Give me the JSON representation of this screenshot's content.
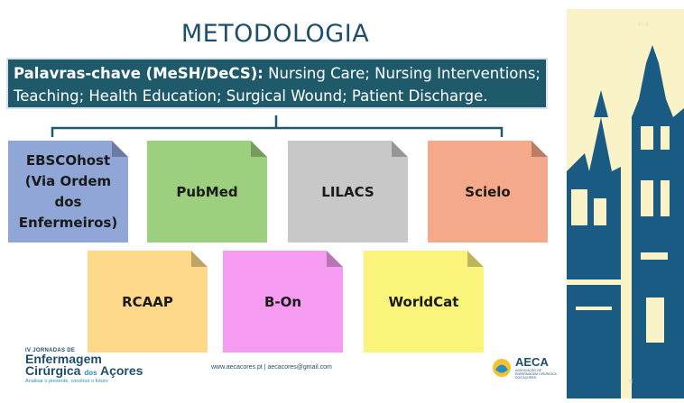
{
  "slide": {
    "title": "METODOLOGIA",
    "keywords": {
      "label": "Palavras-chave (MeSH/DeCS):",
      "terms": "Nursing Care; Nursing Interventions; Teaching; Health Education; Surgical Wound; Patient Discharge."
    },
    "databases_row1": [
      {
        "label": "EBSCOhost (Via Ordem dos Enfermeiros)",
        "color": "#8fa6d6"
      },
      {
        "label": "PubMed",
        "color": "#9ccf7e"
      },
      {
        "label": "LILACS",
        "color": "#c8c8c8"
      },
      {
        "label": "Scielo",
        "color": "#f4a98a"
      }
    ],
    "databases_row2": [
      {
        "label": "RCAAP",
        "color": "#ffd98a"
      },
      {
        "label": "B-On",
        "color": "#f59cf2"
      },
      {
        "label": "WorldCat",
        "color": "#fbf47a"
      }
    ]
  },
  "footer": {
    "event_small": "IV JORNADAS DE",
    "event_line1": "Enfermagem",
    "event_line2_main": "Cirúrgica",
    "event_line2_mid": "dos",
    "event_line2_end": "Açores",
    "event_tagline": "Analisar o presente, construir o futuro",
    "contact": "www.aecacores.pt | aecacores@gmail.com",
    "org_name": "AECA",
    "org_desc": "ASSOCIAÇÃO DE ENFERMAGEM CIRÚRGICA DOS AÇORES"
  },
  "side_panel": {
    "page_indicator": "8 / 8",
    "page_number": "8"
  },
  "colors": {
    "title": "#1f4e6b",
    "keyword_box": "#1f5a6b",
    "side_panel": "#fbf3c8",
    "side_art": "#1a5b84"
  }
}
